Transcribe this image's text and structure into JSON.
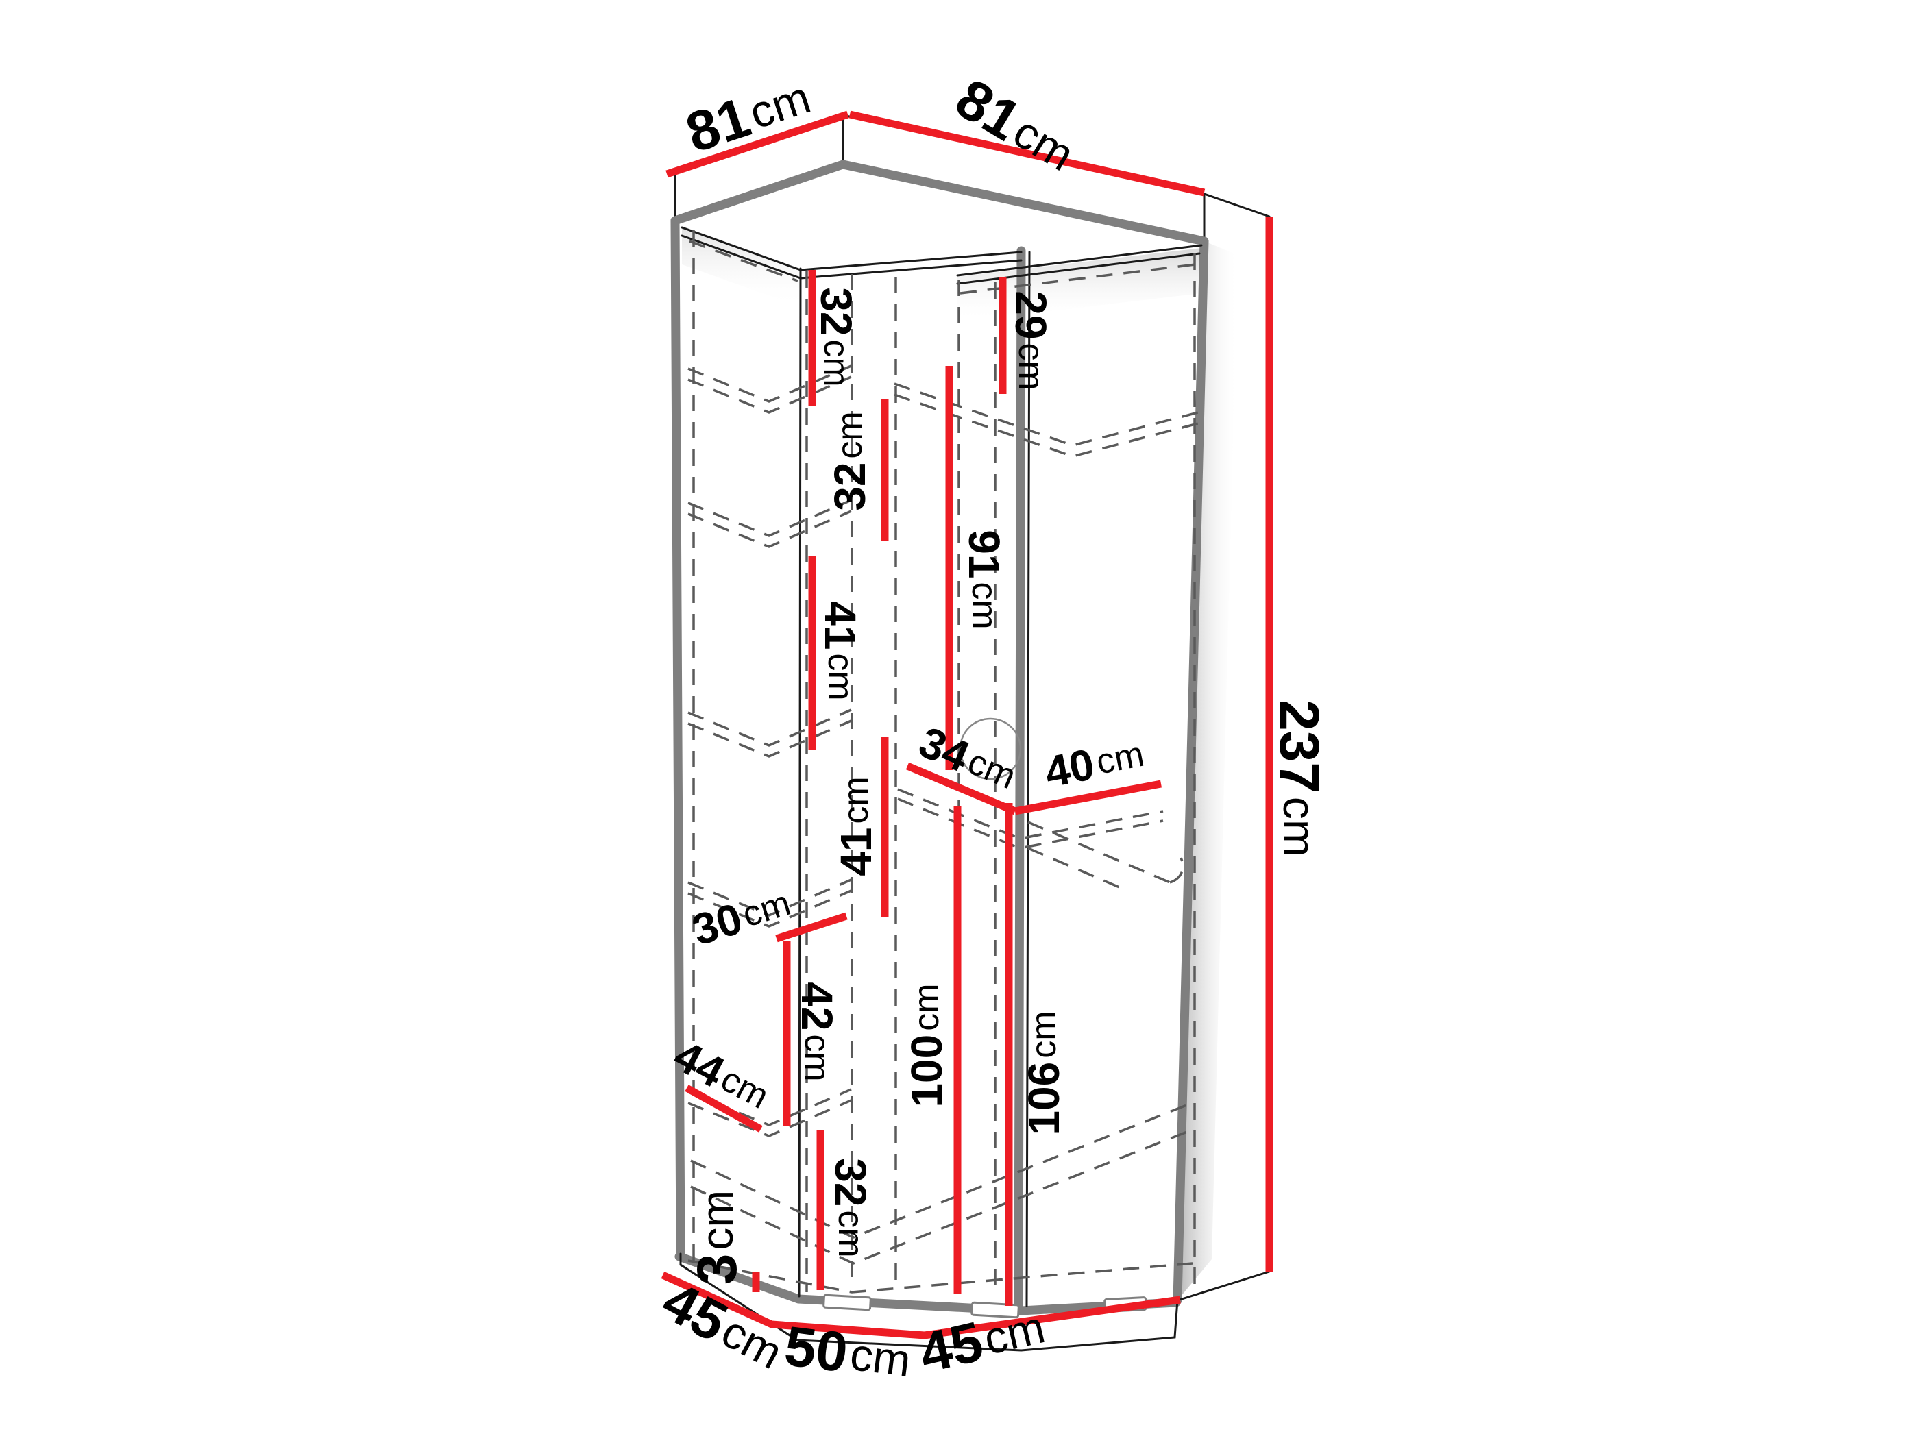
{
  "figure": {
    "type": "furniture-dimension-diagram",
    "subject": "corner wardrobe line drawing with red dimension lines",
    "unit": "cm",
    "colors": {
      "dimension_line": "#ed1c24",
      "edge_gray": "#7f7f7f",
      "outline_black": "#1a1a1a",
      "dashed_gray": "#5a5a5a",
      "background": "#ffffff"
    },
    "labels": {
      "top_left_width": {
        "num": "81",
        "unit": "cm"
      },
      "top_right_width": {
        "num": "81",
        "unit": "cm"
      },
      "total_height": {
        "num": "237",
        "unit": "cm"
      },
      "left_section_1": {
        "num": "32",
        "unit": "cm"
      },
      "right_section_top": {
        "num": "29",
        "unit": "cm"
      },
      "left_section_2": {
        "num": "32",
        "unit": "cm"
      },
      "left_section_3": {
        "num": "41",
        "unit": "cm"
      },
      "center_upper_height": {
        "num": "91",
        "unit": "cm"
      },
      "shelf_depth_34": {
        "num": "34",
        "unit": "cm"
      },
      "shelf_width_40": {
        "num": "40",
        "unit": "cm"
      },
      "left_section_4": {
        "num": "41",
        "unit": "cm"
      },
      "shelf_depth_30": {
        "num": "30",
        "unit": "cm"
      },
      "left_section_5": {
        "num": "42",
        "unit": "cm"
      },
      "center_lower_height": {
        "num": "100",
        "unit": "cm"
      },
      "right_lower_height": {
        "num": "106",
        "unit": "cm"
      },
      "shelf_depth_44": {
        "num": "44",
        "unit": "cm"
      },
      "left_section_6": {
        "num": "32",
        "unit": "cm"
      },
      "plinth_height": {
        "num": "3",
        "unit": "cm"
      },
      "base_left_depth": {
        "num": "45",
        "unit": "cm"
      },
      "base_front_width": {
        "num": "50",
        "unit": "cm"
      },
      "base_right_depth": {
        "num": "45",
        "unit": "cm"
      }
    }
  }
}
